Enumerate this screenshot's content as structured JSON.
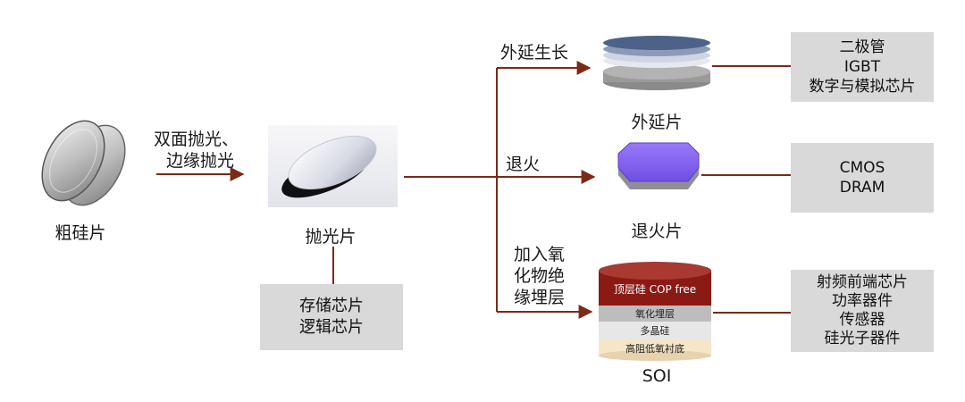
{
  "stages": {
    "raw": "粗硅片",
    "polished": "抛光片",
    "epi": "外延片",
    "anneal": "退火片",
    "soi": "SOI"
  },
  "processes": {
    "polish_line1": "双面抛光、",
    "polish_line2": "边缘抛光",
    "epi": "外延生长",
    "anneal": "退火",
    "soi_line1": "加入氧",
    "soi_line2": "化物绝",
    "soi_line3": "缘埋层"
  },
  "applications": {
    "polished": [
      "存储芯片",
      "逻辑芯片"
    ],
    "epi": [
      "二极管",
      "IGBT",
      "数字与模拟芯片"
    ],
    "anneal": [
      "CMOS",
      "DRAM"
    ],
    "soi": [
      "射频前端芯片",
      "功率器件",
      "传感器",
      "硅光子器件"
    ]
  },
  "soi_layers": {
    "top": "顶层硅 COP free",
    "oxide": "氧化埋层",
    "poly": "多晶硅",
    "substrate": "高阻低氧衬底"
  },
  "colors": {
    "arrow": "#7a2a17",
    "box": "#d9d9d9",
    "anneal_wafer": "#8a66f0",
    "soi_top": "#8b1a14"
  }
}
